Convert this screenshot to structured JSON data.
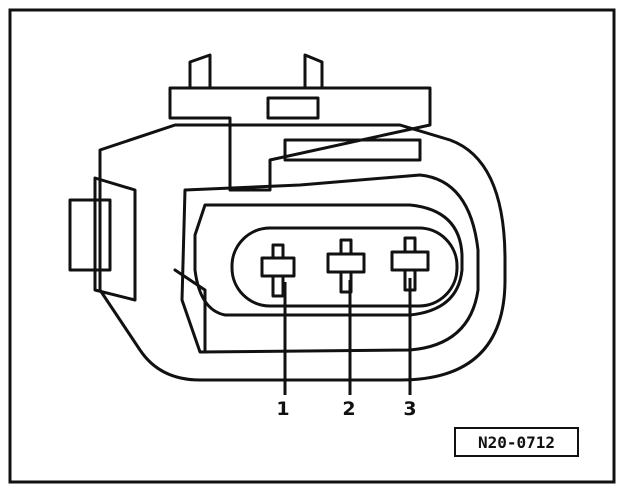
{
  "diagram": {
    "pins": [
      {
        "label": "1"
      },
      {
        "label": "2"
      },
      {
        "label": "3"
      }
    ],
    "reference_code": "N20-0712"
  },
  "colors": {
    "line": "#111111",
    "background": "#ffffff"
  }
}
